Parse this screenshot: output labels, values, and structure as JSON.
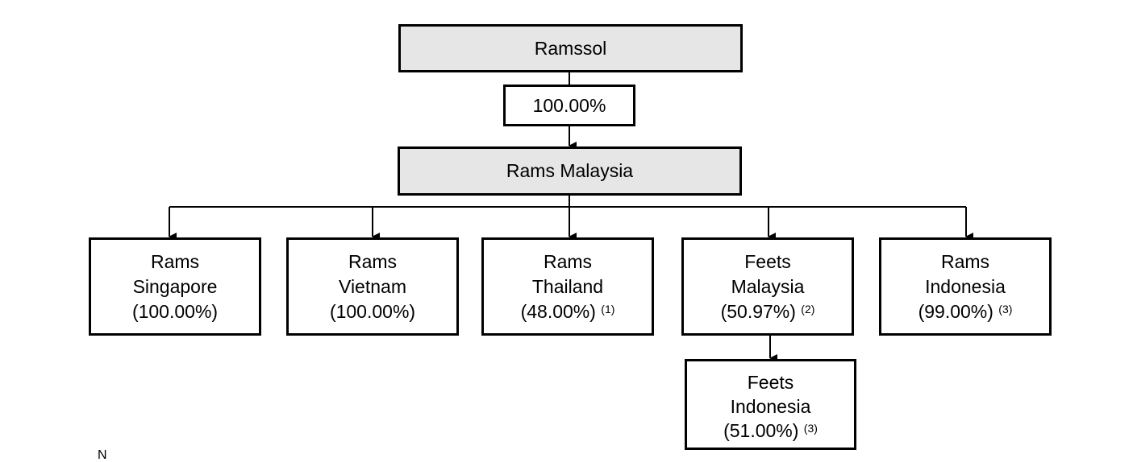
{
  "parent": {
    "name": "Ramssol"
  },
  "parent_stake": {
    "label": "100.00%"
  },
  "holding": {
    "name": "Rams Malaysia"
  },
  "subsidiaries": [
    {
      "line1": "Rams",
      "line2": "Singapore",
      "pct": "(100.00%)",
      "note": ""
    },
    {
      "line1": "Rams",
      "line2": "Vietnam",
      "pct": "(100.00%)",
      "note": ""
    },
    {
      "line1": "Rams",
      "line2": "Thailand",
      "pct": "(48.00%)",
      "note": "(1)"
    },
    {
      "line1": "Feets",
      "line2": "Malaysia",
      "pct": "(50.97%)",
      "note": "(2)"
    },
    {
      "line1": "Rams",
      "line2": "Indonesia",
      "pct": "(99.00%)",
      "note": "(3)"
    }
  ],
  "sub_subsidiary": {
    "line1": "Feets",
    "line2": "Indonesia",
    "pct": "(51.00%)",
    "note": "(3)"
  },
  "footer": {
    "mark": "N"
  },
  "colors": {
    "box_fill": "#e6e6e6",
    "line": "#000000"
  }
}
